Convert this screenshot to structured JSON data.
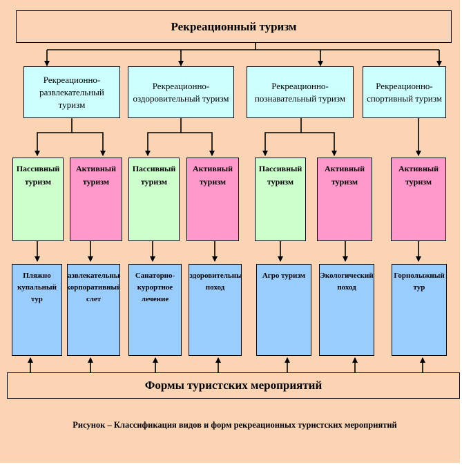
{
  "title": "Рекреационный туризм",
  "categories": [
    "Рекреационно-развлекательный туризм",
    "Рекреационно-оздоровительный туризм",
    "Рекреационно-познавательный туризм",
    "Рекреационно-спортивный туризм"
  ],
  "activity": {
    "passive": "Пассивный туризм",
    "active": "Активный туризм"
  },
  "forms": [
    "Пляжно купальный тур",
    "Развлекательный корпоративный слет",
    "Санаторно-курортное лечение",
    "Оздоровительный поход",
    "Агро туризм",
    "Экологический поход",
    "Горнолыжный тур"
  ],
  "bottom": "Формы туристских мероприятий",
  "caption": "Рисунок – Классификация видов и форм рекреационных туристских мероприятий",
  "colors": {
    "background": "#fbd4b4",
    "category": "#ccffff",
    "passive": "#ccffcc",
    "active": "#ff99cc",
    "form": "#99ccff"
  }
}
